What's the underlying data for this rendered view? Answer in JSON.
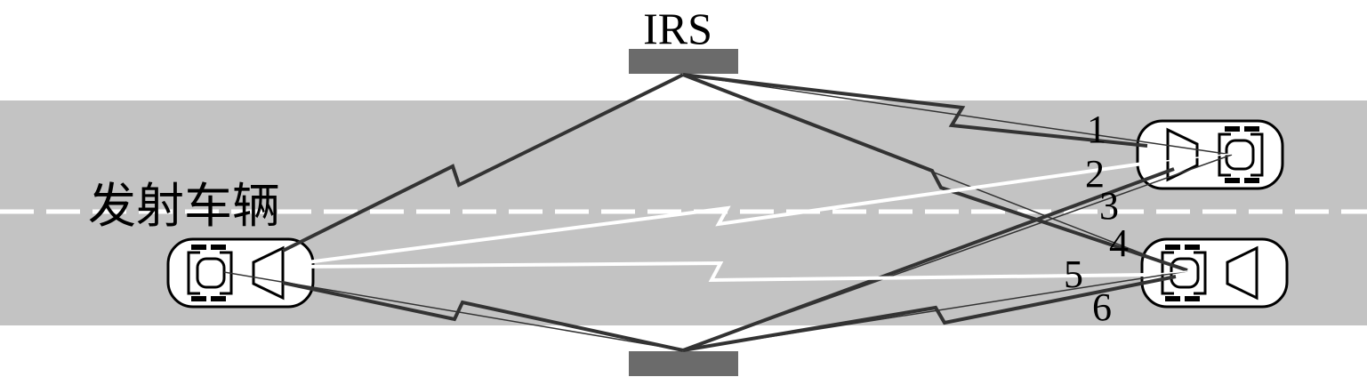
{
  "labels": {
    "irs": "IRS",
    "transmitter": "发射车辆",
    "paths": [
      "1",
      "2",
      "3",
      "4",
      "5",
      "6"
    ]
  },
  "colors": {
    "road": "#c3c3c3",
    "irs_panel": "#6b6b6b",
    "signal_dark": "#333333",
    "signal_light": "#ffffff"
  }
}
